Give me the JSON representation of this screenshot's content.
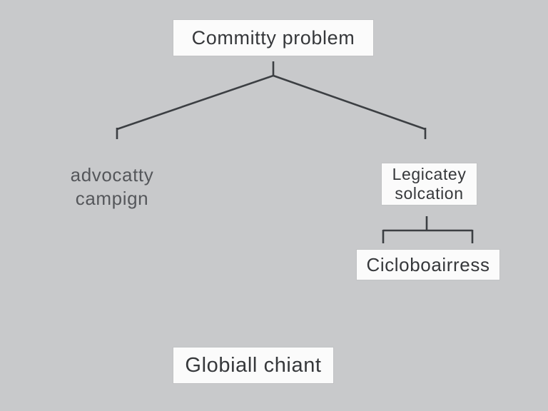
{
  "colors": {
    "background": "#c8c9cb",
    "node_background": "#fbfbfb",
    "connector": "#3c3f43",
    "node_text": "#36383b",
    "muted_text": "#55575b"
  },
  "diagram": {
    "root": {
      "label": "Committy problem"
    },
    "left_branch": {
      "line1": "advocatty",
      "line2": "campign"
    },
    "right_branch": {
      "line1": "Legicatey",
      "line2": "solcation"
    },
    "right_leaf": {
      "label": "Cicloboairress"
    },
    "bottom": {
      "label": "Globiall chiant"
    }
  }
}
